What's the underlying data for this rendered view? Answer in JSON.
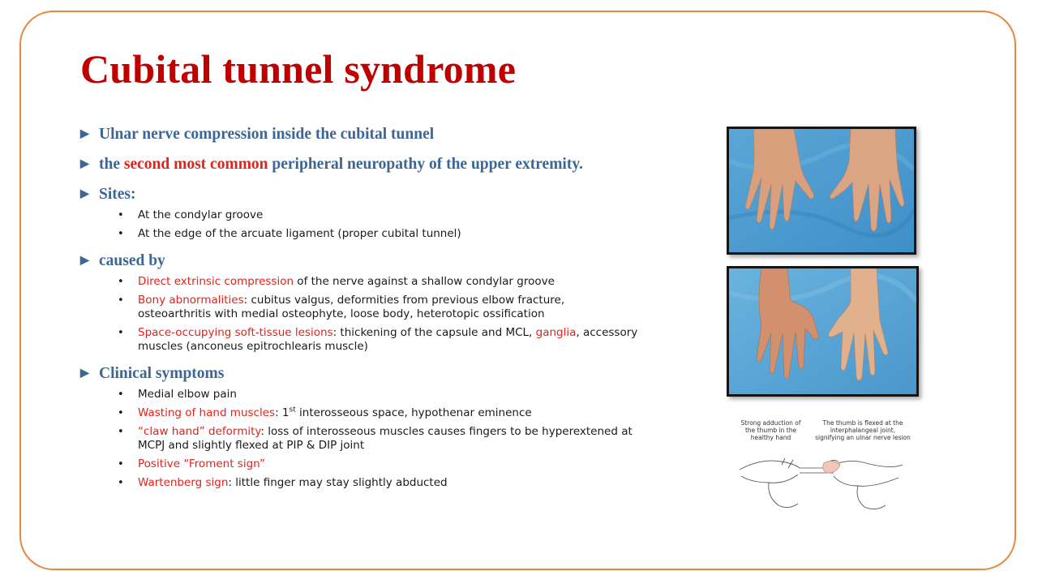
{
  "slide": {
    "title": "Cubital tunnel syndrome",
    "colors": {
      "frame": "#e8873f",
      "title": "#c00000",
      "heading": "#3c6696",
      "highlight": "#e0231c"
    }
  },
  "bullets": {
    "b1": {
      "text": "Ulnar nerve compression inside the cubital tunnel"
    },
    "b2": {
      "pre": "the ",
      "highlight": "second most common",
      "post": " peripheral neuropathy of the upper extremity."
    },
    "b3": {
      "heading": "Sites:",
      "items": [
        "At the condylar groove",
        "At the edge of the arcuate ligament (proper cubital tunnel)"
      ]
    },
    "b4": {
      "heading": "caused by",
      "items": [
        {
          "red": "Direct extrinsic compression",
          "rest": " of the nerve against a shallow condylar groove"
        },
        {
          "red": "Bony abnormalities",
          "rest": ": cubitus valgus, deformities from previous elbow fracture, osteoarthritis with medial osteophyte, loose body, heterotopic ossification"
        },
        {
          "red": "Space-occupying soft-tissue lesions",
          "rest": ": thickening of the capsule and MCL, ",
          "red2": "ganglia",
          "rest2": ", accessory muscles (anconeus epitrochlearis muscle)"
        }
      ]
    },
    "b5": {
      "heading": "Clinical symptoms",
      "items": [
        {
          "plain": "Medial elbow pain"
        },
        {
          "red": "Wasting of hand muscles",
          "rest_a": ": 1",
          "sup": "st",
          "rest_b": " interosseous space, hypothenar eminence"
        },
        {
          "red": "“claw hand” deformity",
          "rest": ":  loss of interosseous muscles causes fingers to be hyperextened  at MCPJ  and slightly flexed at PIP & DIP joint"
        },
        {
          "red": "Positive “Froment  sign”"
        },
        {
          "red": "Wartenberg sign",
          "rest": ": little finger may stay slightly abducted"
        }
      ]
    }
  },
  "figures": {
    "drawing_caption_left": "Strong adduction of the thumb in the healthy hand",
    "drawing_caption_right": "The thumb is flexed at the interphalangeal joint, signifying an ulnar nerve lesion"
  }
}
